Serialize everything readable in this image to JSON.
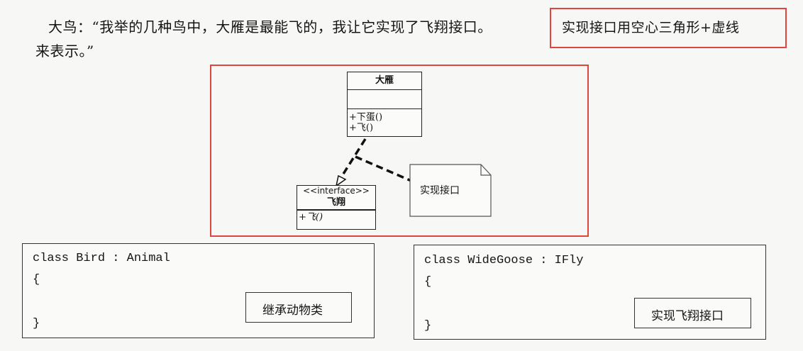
{
  "paragraph": {
    "line1": "大鸟：“我举的几种鸟中，大雁是最能飞的，我让它实现了飞翔接口。",
    "line2": "来表示。”"
  },
  "annotation": {
    "note": "实现接口用空心三角形+虚线"
  },
  "uml": {
    "class_goose": {
      "name": "大雁",
      "methods": [
        "+下蛋()",
        "+飞()"
      ]
    },
    "interface_fly": {
      "stereotype": "<<interface>>",
      "name": "飞翔",
      "methods": [
        "+飞()"
      ]
    },
    "note": "实现接口"
  },
  "code_left": {
    "line1": "class Bird : Animal",
    "open_brace": "{",
    "close_brace": "}",
    "callout": "继承动物类"
  },
  "code_right": {
    "line1": "class WideGoose : IFly",
    "open_brace": "{",
    "close_brace": "}",
    "callout": "实现飞翔接口"
  },
  "colors": {
    "highlight": "#e0443a",
    "ink": "#151515"
  }
}
